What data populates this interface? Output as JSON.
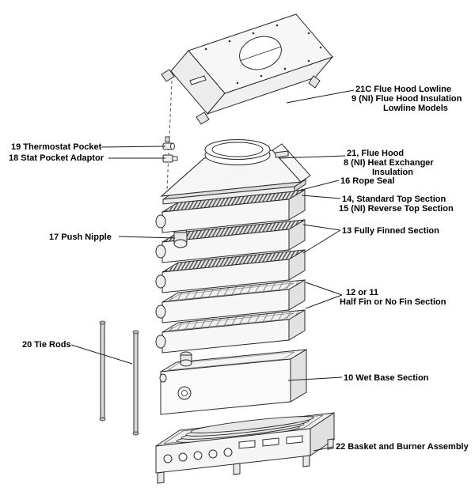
{
  "title": "Boiler heat exchanger exploded parts diagram",
  "colors": {
    "line": "#2b2b2b",
    "background": "#ffffff",
    "fin_stripe": "#444444"
  },
  "labels": {
    "hood_lowline": {
      "line1": "21C  Flue Hood Lowline"
    },
    "hood_insulation": {
      "line1": "9 (NI) Flue Hood Insulation",
      "line2": "Lowline Models"
    },
    "thermostat_pocket": {
      "line1": "19  Thermostat Pocket"
    },
    "stat_pocket_adaptor": {
      "line1": "18  Stat Pocket Adaptor"
    },
    "flue_hood": {
      "line1": "21, Flue Hood"
    },
    "hx_insulation": {
      "line1": "8 (NI) Heat Exchanger",
      "line2": "Insulation"
    },
    "rope_seal": {
      "line1": "16 Rope Seal"
    },
    "standard_top": {
      "line1": "14, Standard Top Section"
    },
    "reverse_top": {
      "line1": "15 (NI) Reverse Top Section"
    },
    "fully_finned": {
      "line1": "13 Fully Finned Section"
    },
    "push_nipple": {
      "line1": "17  Push Nipple"
    },
    "half_fin": {
      "line1": "12 or 11",
      "line2": "Half Fin or No Fin Section"
    },
    "tie_rods": {
      "line1": "20  Tie Rods"
    },
    "wet_base": {
      "line1": "10 Wet Base Section"
    },
    "basket": {
      "line1": "22 Basket and Burner Assembly"
    }
  }
}
